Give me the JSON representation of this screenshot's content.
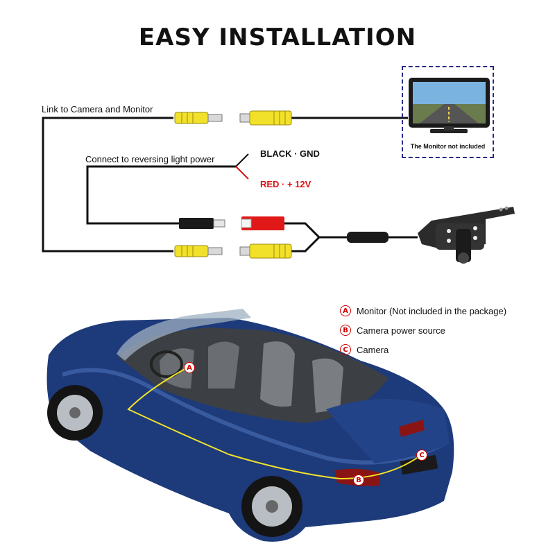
{
  "title": "EASY INSTALLATION",
  "labels": {
    "link": "Link to Camera and Monitor",
    "connect": "Connect to reversing light power",
    "black": "BLACK · GND",
    "red": "RED · + 12V",
    "monitor_caption": "The  Monitor not included"
  },
  "legend": [
    {
      "mark": "A",
      "text": "Monitor (Not included in the package)"
    },
    {
      "mark": "B",
      "text": "Camera power source"
    },
    {
      "mark": "C",
      "text": "Camera"
    }
  ],
  "points": {
    "a": "A",
    "b": "B",
    "c": "C"
  },
  "colors": {
    "yellow_plug": "#f2e12a",
    "red_plug": "#e01818",
    "black_plug": "#1a1a1a",
    "car_body": "#1d3a7a",
    "monitor_frame": "#2a2a8a"
  }
}
